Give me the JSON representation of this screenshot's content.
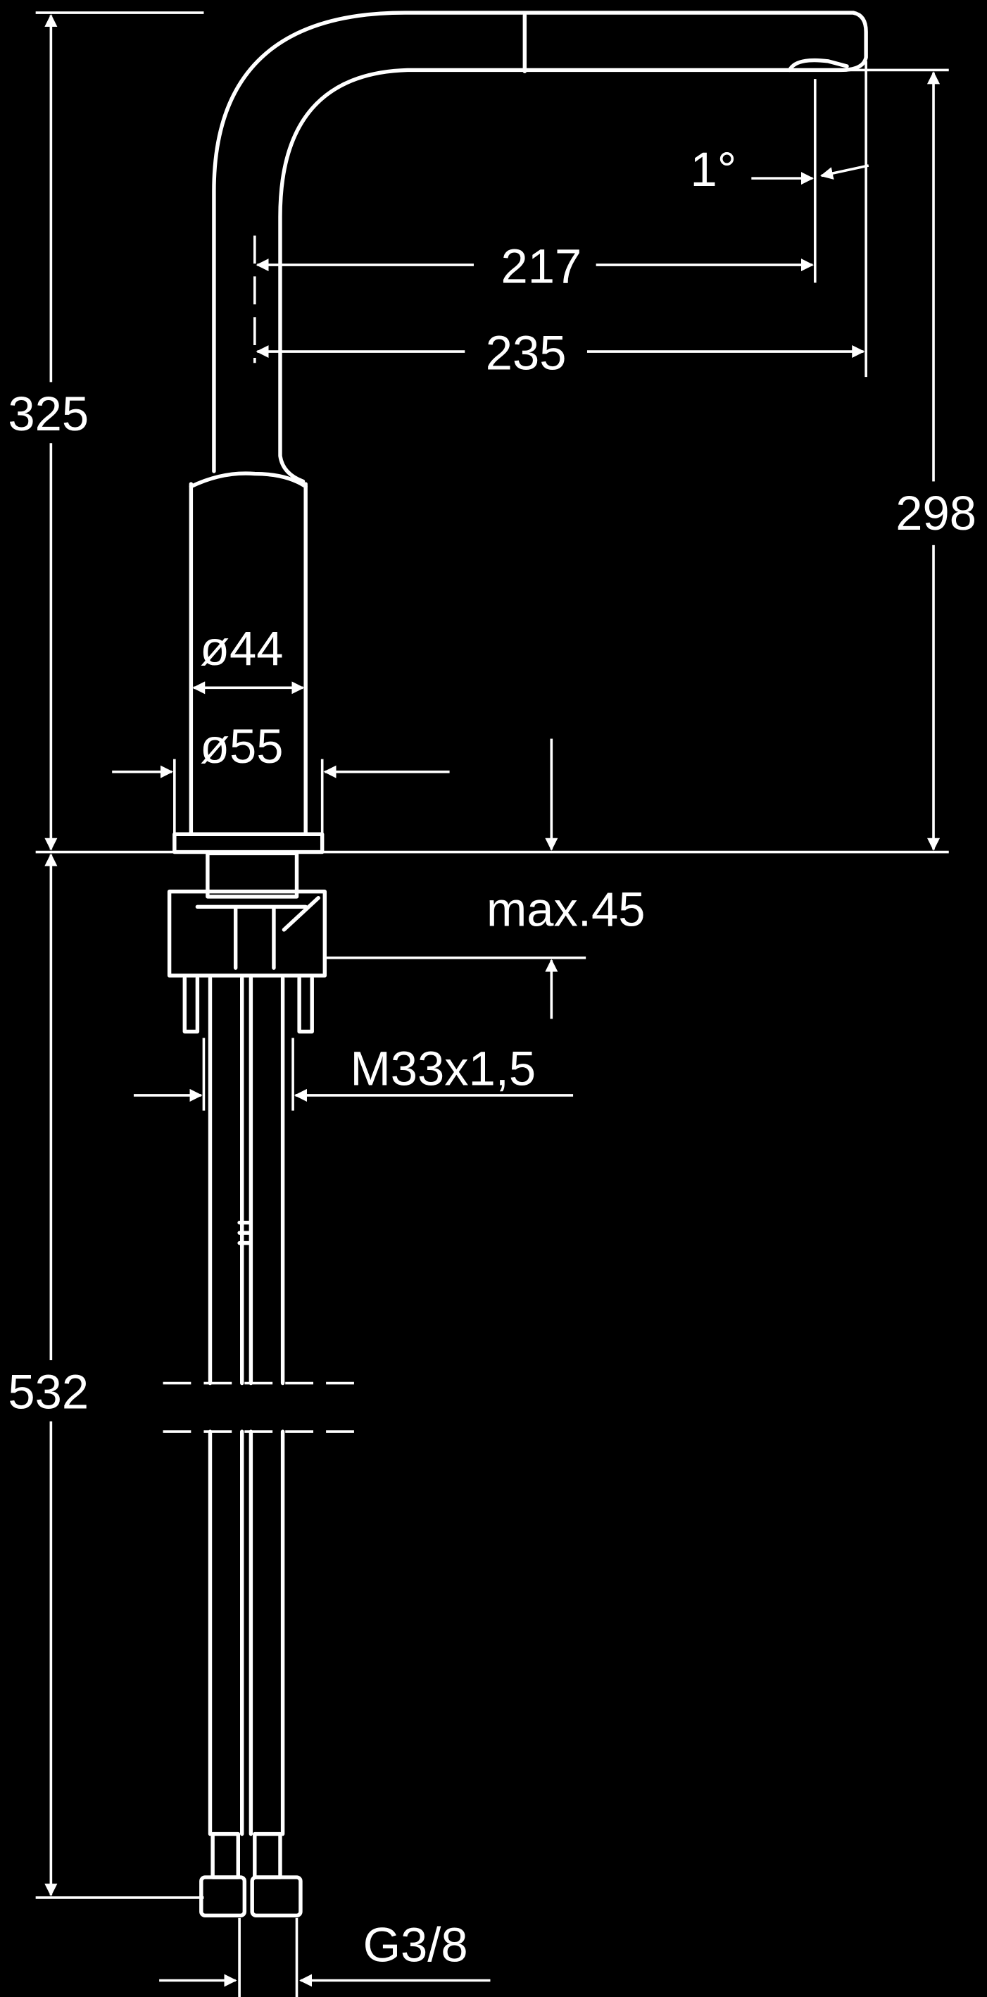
{
  "drawing": {
    "background": "#000000",
    "line_color": "#ffffff",
    "dimensions": {
      "total_height_above_deck": "325",
      "outlet_height": "298",
      "reach_outlet": "217",
      "reach_total": "235",
      "spout_angle": "1°",
      "body_diameter": "ø44",
      "base_diameter": "ø55",
      "max_deck_thickness": "max.45",
      "mounting_thread": "M33x1,5",
      "hose_length": "532",
      "hose_connection": "G3/8"
    }
  }
}
